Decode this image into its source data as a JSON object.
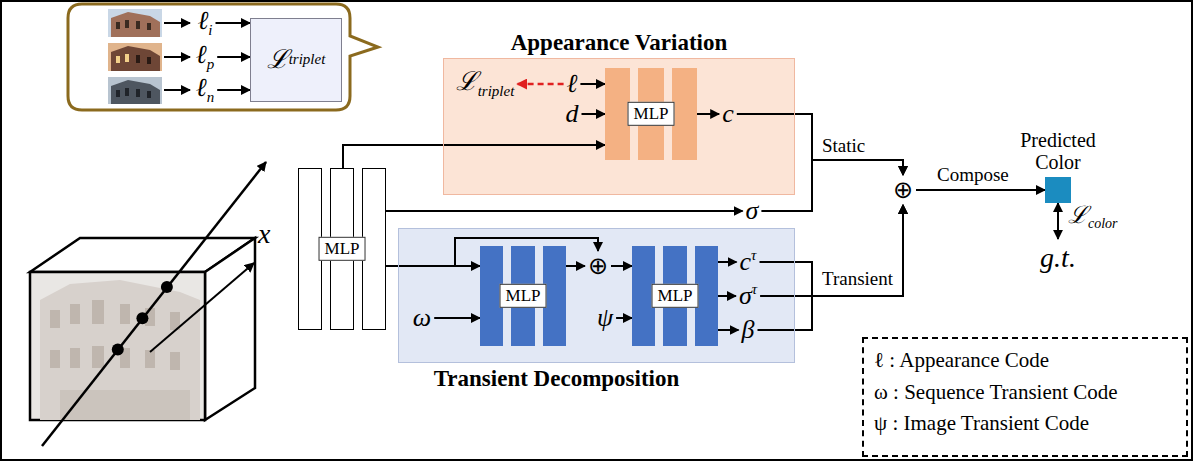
{
  "diagram": {
    "nodes": [
      {
        "text": [
          "ℓ",
          "i"
        ]
      },
      {
        "text": [
          "ℓ",
          "p"
        ]
      },
      {
        "text": [
          "ℓ",
          "n"
        ]
      },
      {
        "text": [
          "ℒ",
          "triplet"
        ]
      },
      {
        "text": [
          "Appearance Variation"
        ]
      },
      {
        "text": [
          "ℒ",
          "triplet"
        ],
        "in": 4
      },
      {
        "text": [
          "ℓ"
        ],
        "in": 4
      },
      {
        "text": [
          "d"
        ],
        "in": 4
      },
      {
        "text": [
          "MLP"
        ],
        "in": 4
      },
      {
        "text": [
          "c"
        ],
        "in": 4
      },
      {
        "text": [
          "MLP"
        ]
      },
      {
        "text": [
          "σ"
        ]
      },
      {
        "text": [
          "Transient Decomposition"
        ]
      },
      {
        "text": [
          "ω"
        ],
        "in": 12
      },
      {
        "text": [
          "MLP"
        ],
        "in": 12
      },
      {
        "text": [
          "⊕"
        ],
        "in": 12
      },
      {
        "text": [
          "ψ"
        ],
        "in": 12
      },
      {
        "text": [
          "MLP"
        ],
        "in": 12
      },
      {
        "text": [
          "c",
          "τ"
        ],
        "in": 12
      },
      {
        "text": [
          "σ",
          "τ"
        ],
        "in": 12
      },
      {
        "text": [
          "β"
        ],
        "in": 12
      },
      {
        "text": [
          "⊕"
        ]
      },
      {
        "text": [
          "Predicted Color"
        ]
      },
      {
        "text": [
          "g.t."
        ]
      }
    ],
    "edges": [
      {
        "from": 0,
        "to": 3,
        "arrow": "to"
      },
      {
        "from": 1,
        "to": 3,
        "arrow": "to"
      },
      {
        "from": 2,
        "to": 3,
        "arrow": "to"
      },
      {
        "from": 6,
        "to": 5,
        "arrow": "to"
      },
      {
        "from": 6,
        "to": 8,
        "arrow": "to"
      },
      {
        "from": 7,
        "to": 8,
        "arrow": "to"
      },
      {
        "from": 8,
        "to": 9,
        "arrow": "to"
      },
      {
        "from": 10,
        "to": 8,
        "arrow": "to"
      },
      {
        "from": 10,
        "to": 11,
        "arrow": "to"
      },
      {
        "from": 10,
        "to": 14,
        "arrow": "to"
      },
      {
        "from": 10,
        "to": 15,
        "arrow": "to"
      },
      {
        "from": 13,
        "to": 14,
        "arrow": "to"
      },
      {
        "from": 14,
        "to": 15,
        "arrow": "to"
      },
      {
        "from": 15,
        "to": 17,
        "arrow": "to"
      },
      {
        "from": 16,
        "to": 17,
        "arrow": "to"
      },
      {
        "from": 17,
        "to": 18,
        "arrow": "to"
      },
      {
        "from": 17,
        "to": 19,
        "arrow": "to"
      },
      {
        "from": 17,
        "to": 20,
        "arrow": "to"
      },
      {
        "from": 9,
        "to": 21,
        "arrow": "to"
      },
      {
        "from": 11,
        "to": 21,
        "arrow": "to"
      },
      {
        "from": 18,
        "to": 21,
        "arrow": "to"
      },
      {
        "from": 19,
        "to": 21,
        "arrow": "to"
      },
      {
        "from": 20,
        "to": 21,
        "arrow": "to"
      },
      {
        "from": 21,
        "to": 22,
        "arrow": "to",
        "label": "Compose"
      },
      {
        "from": 22,
        "to": 23,
        "arrow": "both"
      }
    ],
    "labels": [
      "x",
      "Static",
      "Transient",
      "ℒ",
      "color"
    ],
    "legend": [
      {
        "text": "ℓ : Appearance Code"
      },
      {
        "text": "ω : Sequence Transient Code"
      },
      {
        "text": "ψ : Image Transient Code"
      }
    ]
  }
}
